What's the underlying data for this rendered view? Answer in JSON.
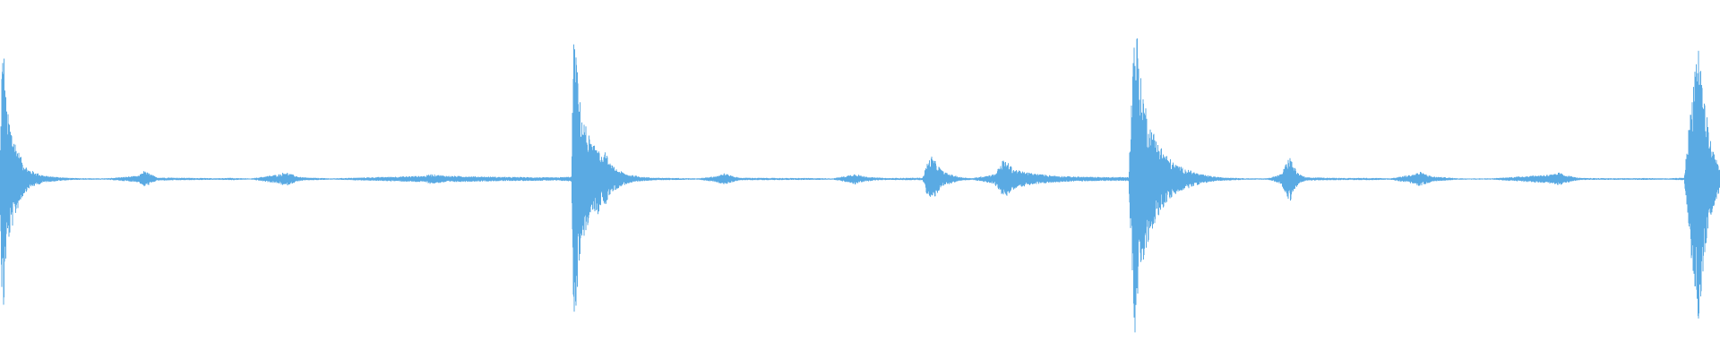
{
  "colors": {
    "background": "#ffffff",
    "waveform": "#5aaae3"
  },
  "chart_data": {
    "type": "area",
    "title": "",
    "xlabel": "",
    "ylabel": "",
    "grid": false,
    "legend": "none",
    "xlim": [
      0,
      1920
    ],
    "ylim": [
      -1,
      1
    ],
    "series": [
      {
        "values": [
          [
            0,
            0.05
          ],
          [
            2,
            0.72
          ],
          [
            4,
            0.86
          ],
          [
            6,
            0.55
          ],
          [
            8,
            0.42
          ],
          [
            12,
            0.33
          ],
          [
            16,
            0.25
          ],
          [
            20,
            0.18
          ],
          [
            26,
            0.1
          ],
          [
            32,
            0.06
          ],
          [
            40,
            0.04
          ],
          [
            50,
            0.02
          ],
          [
            60,
            0.015
          ],
          [
            70,
            0.01
          ],
          [
            80,
            0.006
          ],
          [
            100,
            0.005
          ],
          [
            110,
            0.004
          ],
          [
            120,
            0.005
          ],
          [
            155,
            0.02
          ],
          [
            160,
            0.05
          ],
          [
            165,
            0.04
          ],
          [
            175,
            0.01
          ],
          [
            240,
            0.005
          ],
          [
            250,
            0.006
          ],
          [
            260,
            0.007
          ],
          [
            270,
            0.005
          ],
          [
            280,
            0.003
          ],
          [
            312,
            0.03
          ],
          [
            318,
            0.045
          ],
          [
            325,
            0.03
          ],
          [
            335,
            0.012
          ],
          [
            345,
            0.008
          ],
          [
            360,
            0.006
          ],
          [
            370,
            0.004
          ],
          [
            475,
            0.02
          ],
          [
            480,
            0.03
          ],
          [
            500,
            0.02
          ],
          [
            540,
            0.015
          ],
          [
            580,
            0.012
          ],
          [
            620,
            0.01
          ],
          [
            638,
            0.015
          ],
          [
            640,
            0.8
          ],
          [
            642,
            0.89
          ],
          [
            644,
            0.7
          ],
          [
            646,
            0.55
          ],
          [
            648,
            0.45
          ],
          [
            652,
            0.35
          ],
          [
            656,
            0.3
          ],
          [
            660,
            0.22
          ],
          [
            664,
            0.2
          ],
          [
            668,
            0.25
          ],
          [
            672,
            0.12
          ],
          [
            676,
            0.17
          ],
          [
            680,
            0.1
          ],
          [
            686,
            0.07
          ],
          [
            692,
            0.05
          ],
          [
            700,
            0.03
          ],
          [
            710,
            0.02
          ],
          [
            720,
            0.012
          ],
          [
            730,
            0.008
          ],
          [
            770,
            0.005
          ],
          [
            780,
            0.004
          ],
          [
            800,
            0.02
          ],
          [
            808,
            0.035
          ],
          [
            815,
            0.025
          ],
          [
            825,
            0.008
          ],
          [
            880,
            0.006
          ],
          [
            900,
            0.006
          ],
          [
            920,
            0.005
          ],
          [
            930,
            0.004
          ],
          [
            945,
            0.02
          ],
          [
            955,
            0.035
          ],
          [
            962,
            0.02
          ],
          [
            975,
            0.01
          ],
          [
            990,
            0.006
          ],
          [
            1030,
            0.008
          ],
          [
            1035,
            0.1
          ],
          [
            1040,
            0.14
          ],
          [
            1045,
            0.1
          ],
          [
            1052,
            0.05
          ],
          [
            1060,
            0.03
          ],
          [
            1072,
            0.012
          ],
          [
            1085,
            0.005
          ],
          [
            1110,
            0.03
          ],
          [
            1115,
            0.07
          ],
          [
            1120,
            0.12
          ],
          [
            1125,
            0.1
          ],
          [
            1130,
            0.07
          ],
          [
            1138,
            0.05
          ],
          [
            1148,
            0.04
          ],
          [
            1160,
            0.03
          ],
          [
            1180,
            0.02
          ],
          [
            1200,
            0.015
          ],
          [
            1230,
            0.012
          ],
          [
            1260,
            0.012
          ],
          [
            1266,
            0.95
          ],
          [
            1268,
            0.98
          ],
          [
            1270,
            0.85
          ],
          [
            1272,
            0.65
          ],
          [
            1276,
            0.55
          ],
          [
            1280,
            0.42
          ],
          [
            1284,
            0.33
          ],
          [
            1290,
            0.26
          ],
          [
            1296,
            0.2
          ],
          [
            1302,
            0.15
          ],
          [
            1310,
            0.1
          ],
          [
            1320,
            0.07
          ],
          [
            1330,
            0.05
          ],
          [
            1340,
            0.03
          ],
          [
            1350,
            0.02
          ],
          [
            1360,
            0.012
          ],
          [
            1375,
            0.008
          ],
          [
            1390,
            0.005
          ],
          [
            1405,
            0.004
          ],
          [
            1415,
            0.005
          ],
          [
            1430,
            0.03
          ],
          [
            1436,
            0.1
          ],
          [
            1440,
            0.14
          ],
          [
            1444,
            0.08
          ],
          [
            1450,
            0.03
          ],
          [
            1458,
            0.01
          ],
          [
            1505,
            0.006
          ],
          [
            1520,
            0.007
          ],
          [
            1540,
            0.006
          ],
          [
            1552,
            0.004
          ],
          [
            1578,
            0.03
          ],
          [
            1585,
            0.045
          ],
          [
            1592,
            0.03
          ],
          [
            1600,
            0.015
          ],
          [
            1615,
            0.01
          ],
          [
            1625,
            0.005
          ],
          [
            1640,
            0.004
          ],
          [
            1650,
            0.004
          ],
          [
            1665,
            0.004
          ],
          [
            1735,
            0.03
          ],
          [
            1740,
            0.04
          ],
          [
            1748,
            0.025
          ],
          [
            1758,
            0.012
          ],
          [
            1765,
            0.006
          ],
          [
            1822,
            0.005
          ],
          [
            1835,
            0.006
          ],
          [
            1850,
            0.005
          ],
          [
            1862,
            0.004
          ],
          [
            1870,
            0.006
          ],
          [
            1880,
            0.008
          ],
          [
            1890,
            0.6
          ],
          [
            1893,
            0.8
          ],
          [
            1896,
            0.85
          ],
          [
            1899,
            0.7
          ],
          [
            1902,
            0.55
          ],
          [
            1906,
            0.35
          ],
          [
            1910,
            0.22
          ],
          [
            1914,
            0.15
          ],
          [
            1918,
            0.1
          ],
          [
            1920,
            0.08
          ]
        ]
      }
    ]
  }
}
